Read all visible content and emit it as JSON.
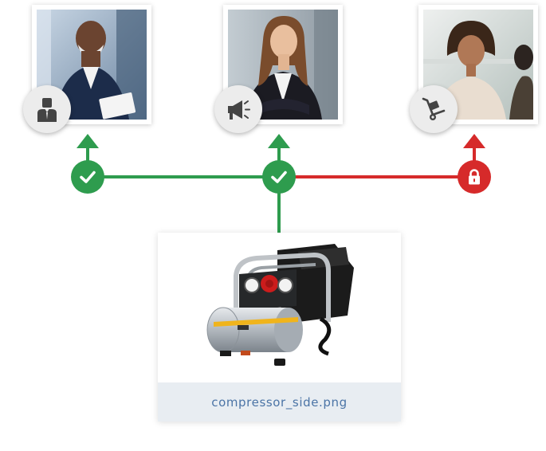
{
  "people": [
    {
      "role_icon": "manager-icon",
      "access": "granted"
    },
    {
      "role_icon": "megaphone-icon",
      "access": "granted"
    },
    {
      "role_icon": "hand-truck-icon",
      "access": "locked"
    }
  ],
  "asset": {
    "file_name": "compressor_side.png"
  },
  "colors": {
    "granted": "#2e9c4e",
    "locked": "#d62a2a",
    "caption_text": "#4b74a6",
    "caption_bg": "#e8edf2"
  }
}
